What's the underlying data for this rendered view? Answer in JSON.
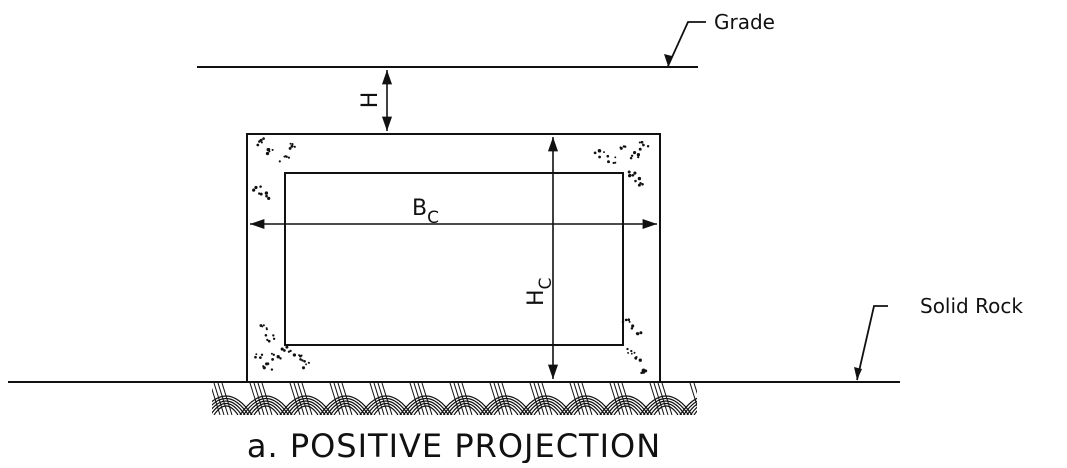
{
  "labels": {
    "grade": "Grade",
    "solid_rock": "Solid Rock",
    "h": "H",
    "bc_main": "B",
    "bc_sub": "C",
    "hc_main": "H",
    "hc_sub": "C",
    "caption": "a. POSITIVE PROJECTION"
  },
  "colors": {
    "line": "#111111",
    "background": "#ffffff"
  }
}
